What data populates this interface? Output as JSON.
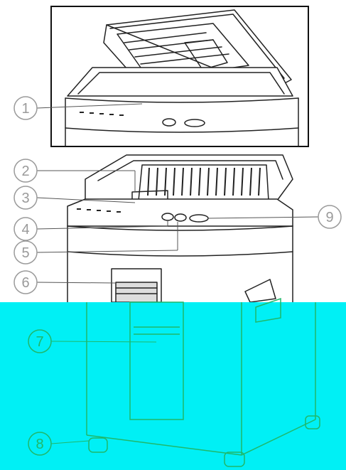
{
  "callouts": [
    {
      "id": "1",
      "label": "1"
    },
    {
      "id": "2",
      "label": "2"
    },
    {
      "id": "3",
      "label": "3"
    },
    {
      "id": "4",
      "label": "4"
    },
    {
      "id": "5",
      "label": "5"
    },
    {
      "id": "6",
      "label": "6"
    },
    {
      "id": "7",
      "label": "7"
    },
    {
      "id": "8",
      "label": "8"
    },
    {
      "id": "9",
      "label": "9"
    }
  ],
  "colors": {
    "line": "#222222",
    "callout_gray": "#9a9a9a",
    "overlay_cyan": "#00f0f5",
    "overlay_line": "#1fb86a"
  }
}
